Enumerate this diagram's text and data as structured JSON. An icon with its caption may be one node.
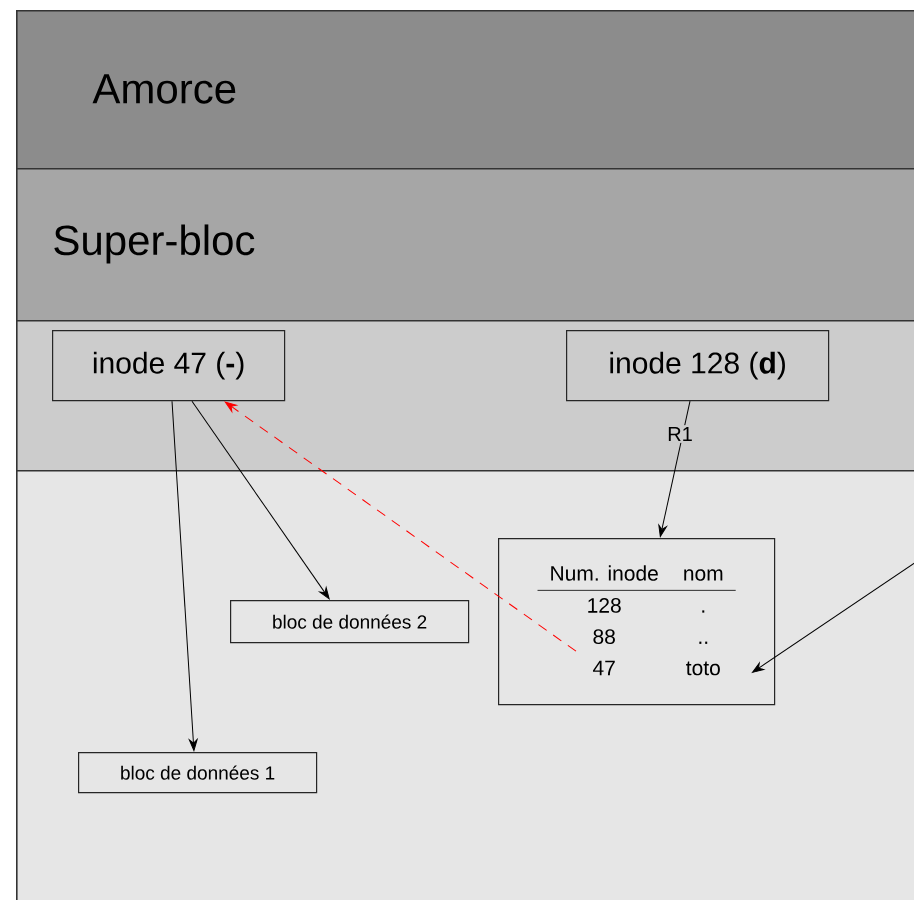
{
  "diagram": {
    "nodes": [
      {
        "text": [
          "Amorce"
        ]
      },
      {
        "text": [
          "Super-bloc"
        ]
      },
      {
        "text": [],
        "shape": "band"
      },
      {
        "text": [
          "inode 47 (**-**)"
        ],
        "in": 2
      },
      {
        "text": [
          "inode 128 (**d**)"
        ],
        "in": 2
      },
      {
        "text": [],
        "shape": "band"
      },
      {
        "text": [
          "Num. inode",
          "nom",
          "128",
          ".",
          "88",
          "..",
          "47",
          "toto"
        ],
        "in": 5
      },
      {
        "text": [
          "bloc de données 2"
        ],
        "in": 5
      },
      {
        "text": [
          "bloc de données 1"
        ],
        "in": 5
      }
    ],
    "edges": [
      {
        "from": 3,
        "to": 8,
        "arrow": "to"
      },
      {
        "from": 3,
        "to": 7,
        "arrow": "to"
      },
      {
        "from": 4,
        "to": 6,
        "arrow": "to",
        "label": "R1"
      },
      {
        "from": 6,
        "to": 3,
        "arrow": "to",
        "style": "dashed",
        "color": "#ff0000"
      },
      {
        "from": null,
        "to": 6,
        "arrow": "to"
      }
    ]
  }
}
